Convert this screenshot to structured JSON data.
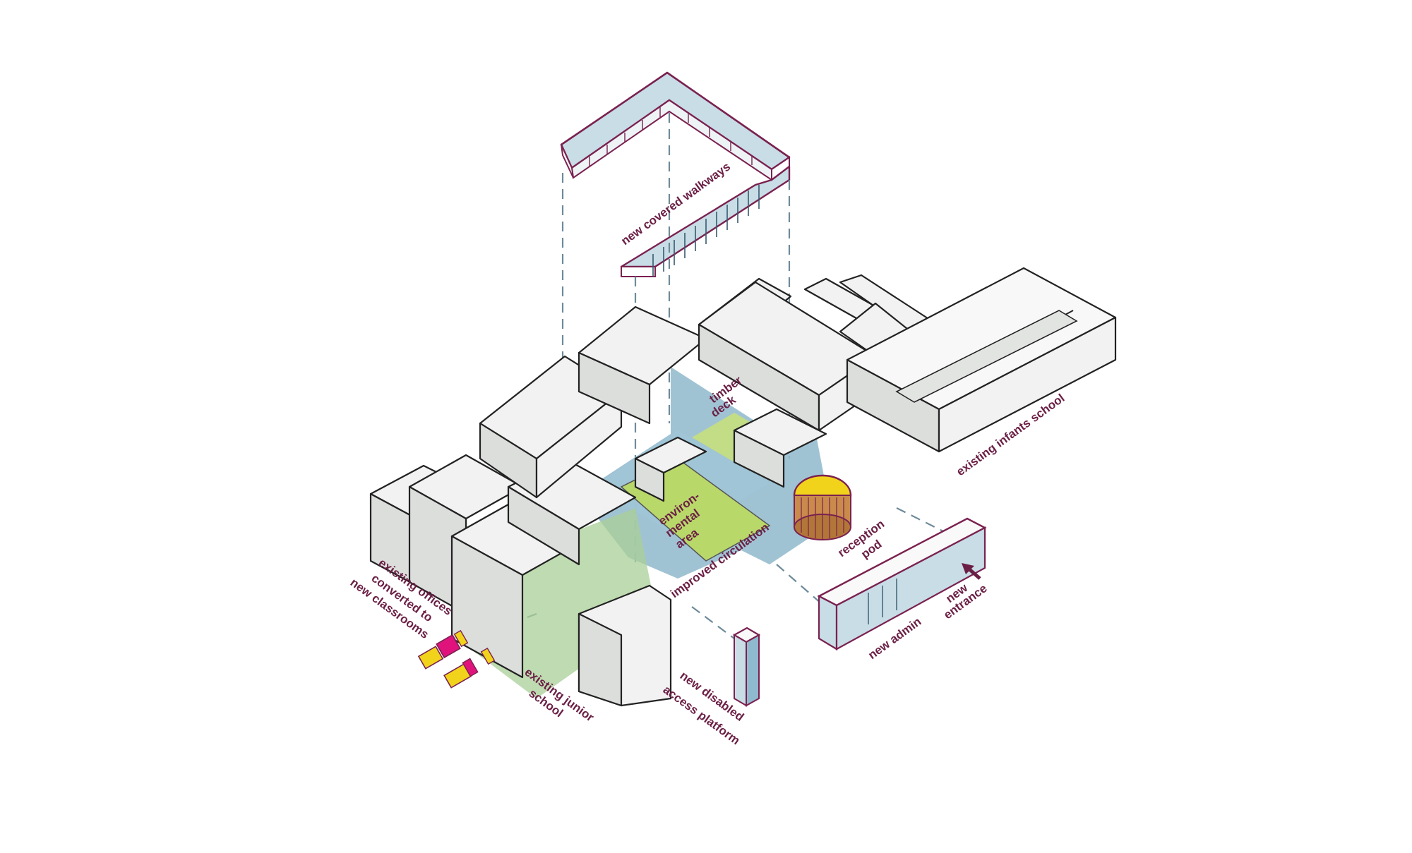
{
  "labels": {
    "new_covered_walkways": "new covered walkways",
    "timber_deck_1": "timber",
    "timber_deck_2": "deck",
    "environmental_area_1": "environ-",
    "environmental_area_2": "mental",
    "environmental_area_3": "area",
    "improved_circulation": "improved circulation",
    "reception_pod_1": "reception",
    "reception_pod_2": "pod",
    "existing_infants_school": "existing infants school",
    "existing_offices_1": "existing offices",
    "existing_offices_2": "converted to",
    "existing_offices_3": "new classrooms",
    "existing_junior_school_1": "existing junior",
    "existing_junior_school_2": "school",
    "new_disabled_access_1": "new disabled",
    "new_disabled_access_2": "access platform",
    "new_admin": "new admin",
    "new_entrance_1": "new",
    "new_entrance_2": "entrance"
  },
  "colors": {
    "label_text": "#6b1f45",
    "building_fill": "#f1f2f1",
    "building_outline": "#222222",
    "circulation_blue": "#8fb9cc",
    "environmental_green": "#b9d86a",
    "junior_school_green": "#a9cf97",
    "accent_maroon": "#7a2150",
    "highlight_yellow": "#f2d31c",
    "highlight_magenta": "#e0137c",
    "reception_pod_timber": "#c98a4c",
    "dashed_projection": "#6e8a99"
  }
}
